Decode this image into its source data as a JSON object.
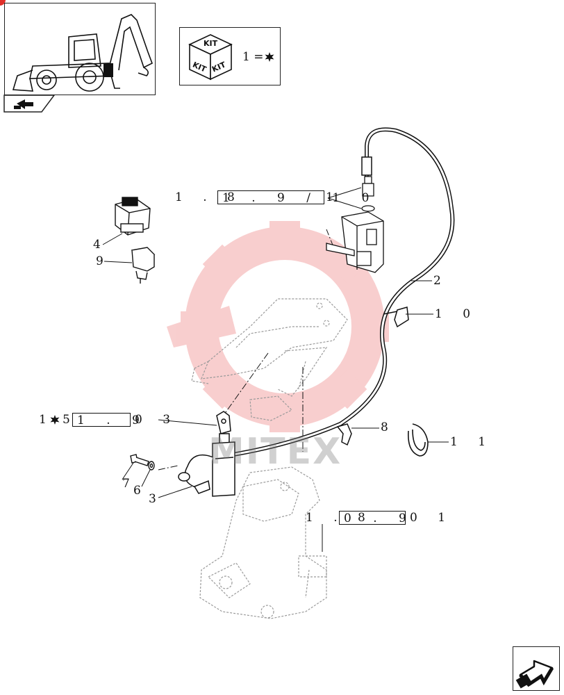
{
  "header": {
    "kit_legend": {
      "kit_top": "KIT",
      "kit_left": "KIT",
      "kit_right": "KIT",
      "equation": "1 = "
    }
  },
  "watermark": {
    "text": "MITEX"
  },
  "references": [
    {
      "id": "ref-a",
      "prefix": "1 . 8",
      "boxed": "1 . 9 /  1  0",
      "suffix": "1"
    },
    {
      "id": "ref-b",
      "prefix": "1",
      "middle": "5",
      "boxed": "1 . 9",
      "suffix": "0 3"
    },
    {
      "id": "ref-c",
      "prefix": "1 . 8",
      "boxed": "0 . 9",
      "suffix": "0 1"
    }
  ],
  "callouts": {
    "c2": "2",
    "c3": "3",
    "c4": "4",
    "c6": "6",
    "c7": "7",
    "c8": "8",
    "c9": "9",
    "c10": "1 0",
    "c11": "1 1"
  },
  "colors": {
    "line": "#111111",
    "ghost": "#9a9a9a",
    "watermark_red": "#f3a7a7",
    "corner_red": "#e0302a"
  }
}
